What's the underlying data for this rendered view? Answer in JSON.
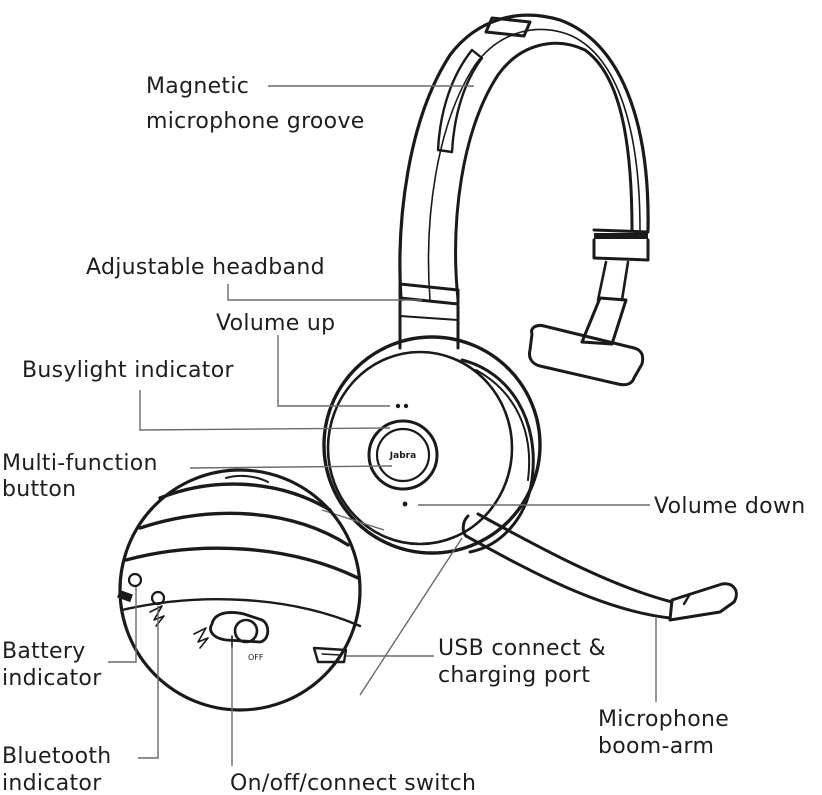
{
  "labels": {
    "magnetic_groove_l1": "Magnetic",
    "magnetic_groove_l2": "microphone groove",
    "adjustable_headband": "Adjustable headband",
    "volume_up": "Volume up",
    "busylight_indicator": "Busylight indicator",
    "multi_function_l1": "Multi-function",
    "multi_function_l2": "button",
    "volume_down": "Volume down",
    "battery_indicator_l1": "Battery",
    "battery_indicator_l2": "indicator",
    "usb_port_l1": "USB connect &",
    "usb_port_l2": "charging port",
    "microphone_boom_l1": "Microphone",
    "microphone_boom_l2": "boom-arm",
    "bluetooth_indicator_l1": "Bluetooth",
    "bluetooth_indicator_l2": "indicator",
    "onoff_switch": "On/off/connect switch"
  },
  "device": {
    "brand": "Jabra",
    "switch_off_label": "OFF"
  },
  "icons": [
    "bluetooth-icon",
    "battery-icon",
    "usb-port-icon"
  ],
  "colors": {
    "ink": "#1a1a1a",
    "leader": "#6a6a6a",
    "background": "#ffffff"
  }
}
